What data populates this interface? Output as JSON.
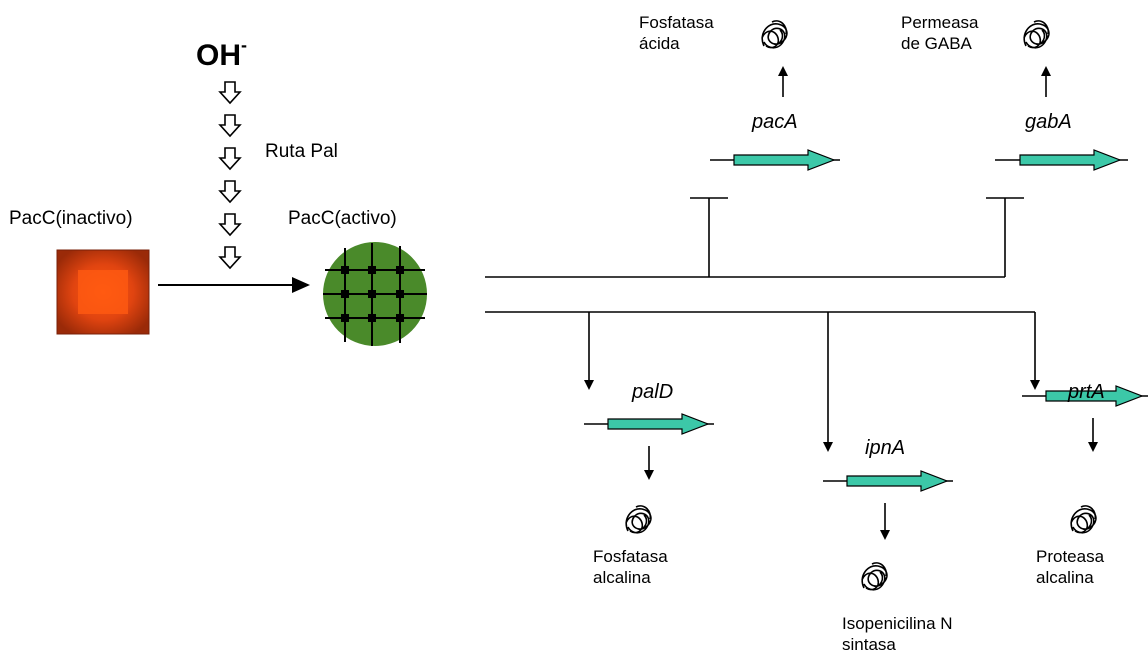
{
  "stimulus": {
    "base": "OH",
    "charge": "-"
  },
  "pathway_label": "Ruta Pal",
  "pacc_inactive": "PacC(inactivo)",
  "pacc_active": "PacC(activo)",
  "genes": {
    "pacA": "pacA",
    "gabA": "gabA",
    "palD": "palD",
    "ipnA": "ipnA",
    "prtA": "prtA"
  },
  "products": {
    "fosfatasa_acida": [
      "Fosfatasa",
      "ácida"
    ],
    "permeasa_gaba": [
      "Permeasa",
      "de GABA"
    ],
    "fosfatasa_alcalina": [
      "Fosfatasa",
      "alcalina"
    ],
    "isopenicilina": [
      "Isopenicilina N",
      "sintasa"
    ],
    "proteasa_alcalina": [
      "Proteasa",
      "alcalina"
    ]
  },
  "colors": {
    "gene_arrow": "#3cc8a8",
    "inactive_outer": "#a83010",
    "inactive_inner": "#ff5010",
    "active_fill": "#4a8a2a"
  }
}
